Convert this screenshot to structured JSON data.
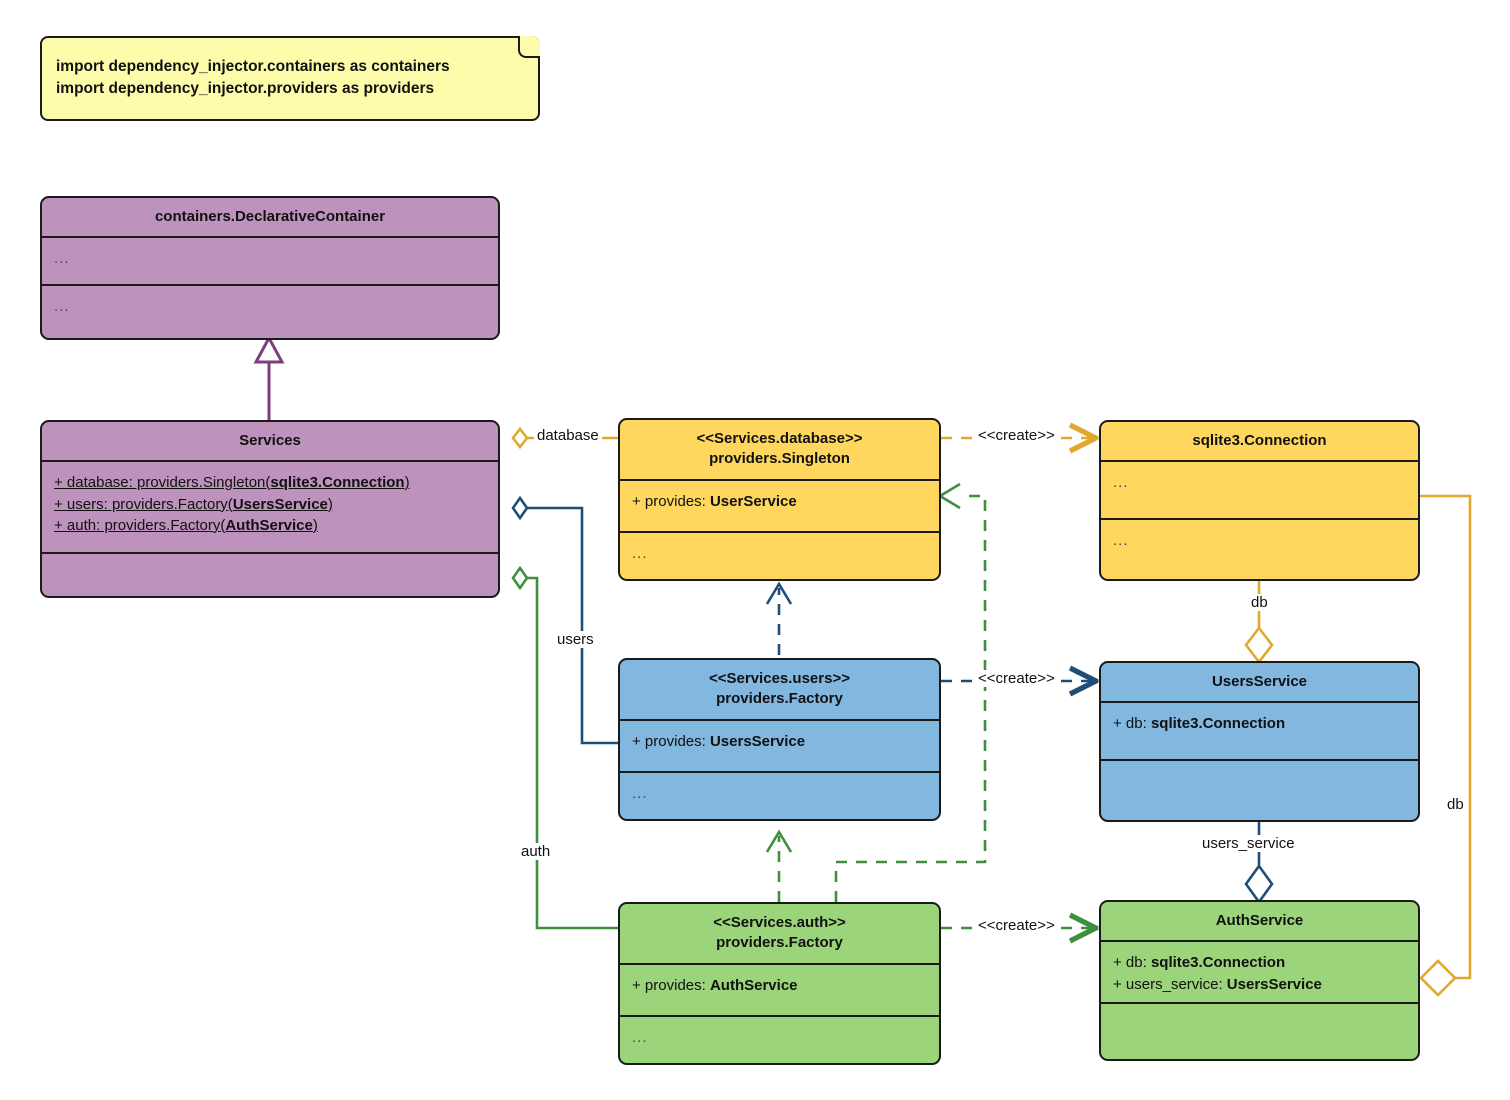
{
  "diagram": {
    "type": "uml-class-diagram",
    "title": "dependency_injector Services container class diagram"
  },
  "note": {
    "lines": [
      "import dependency_injector.containers as containers",
      "import dependency_injector.providers as providers"
    ]
  },
  "colors": {
    "purple": "#bd93bd",
    "yellow": "#ffd75e",
    "blue": "#82b7e0",
    "green": "#9bd47a",
    "note": "#fdfcab",
    "outline": "#1a1a1a",
    "purple_edge": "#7b3f7b",
    "orange_edge": "#e0a92e",
    "blue_edge": "#1f4e79",
    "green_edge": "#3f8f3f"
  },
  "classes": {
    "declarative_container": {
      "name": "containers.DeclarativeContainer",
      "attributes": "...",
      "operations": "..."
    },
    "services": {
      "name": "Services",
      "attributes": [
        {
          "text": "+ database: providers.Singleton(",
          "bold": "sqlite3.Connection",
          "tail": ")"
        },
        {
          "text": "+ users: providers.Factory(",
          "bold": "UsersService",
          "tail": ")"
        },
        {
          "text": "+ auth: providers.Factory(",
          "bold": "AuthService",
          "tail": ")"
        }
      ],
      "operations": ""
    },
    "services_database": {
      "stereotype": "<<Services.database>>",
      "name": "providers.Singleton",
      "attribute_prefix": "+ provides: ",
      "attribute_bold": "UserService",
      "operations": "..."
    },
    "services_users": {
      "stereotype": "<<Services.users>>",
      "name": "providers.Factory",
      "attribute_prefix": "+ provides: ",
      "attribute_bold": "UsersService",
      "operations": "..."
    },
    "services_auth": {
      "stereotype": "<<Services.auth>>",
      "name": "providers.Factory",
      "attribute_prefix": "+ provides: ",
      "attribute_bold": "AuthService",
      "operations": "..."
    },
    "sqlite_connection": {
      "name": "sqlite3.Connection",
      "attributes": "...",
      "operations": "..."
    },
    "users_service": {
      "name": "UsersService",
      "attributes": [
        {
          "prefix": "+ db: ",
          "bold": "sqlite3.Connection"
        }
      ],
      "operations": ""
    },
    "auth_service": {
      "name": "AuthService",
      "attributes": [
        {
          "prefix": "+ db: ",
          "bold": "sqlite3.Connection"
        },
        {
          "prefix": "+ users_service: ",
          "bold": "UsersService"
        }
      ],
      "operations": ""
    }
  },
  "edges": {
    "generalization": {
      "label": "",
      "from": "Services",
      "to": "containers.DeclarativeContainer"
    },
    "aggregation_database": {
      "label": "database"
    },
    "aggregation_users": {
      "label": "users"
    },
    "aggregation_auth": {
      "label": "auth"
    },
    "create_database": {
      "label": "<<create>>"
    },
    "create_users": {
      "label": "<<create>>"
    },
    "create_auth": {
      "label": "<<create>>"
    },
    "aggregation_db_users": {
      "label": "db"
    },
    "aggregation_db_auth": {
      "label": "db"
    },
    "aggregation_users_service": {
      "label": "users_service"
    }
  }
}
